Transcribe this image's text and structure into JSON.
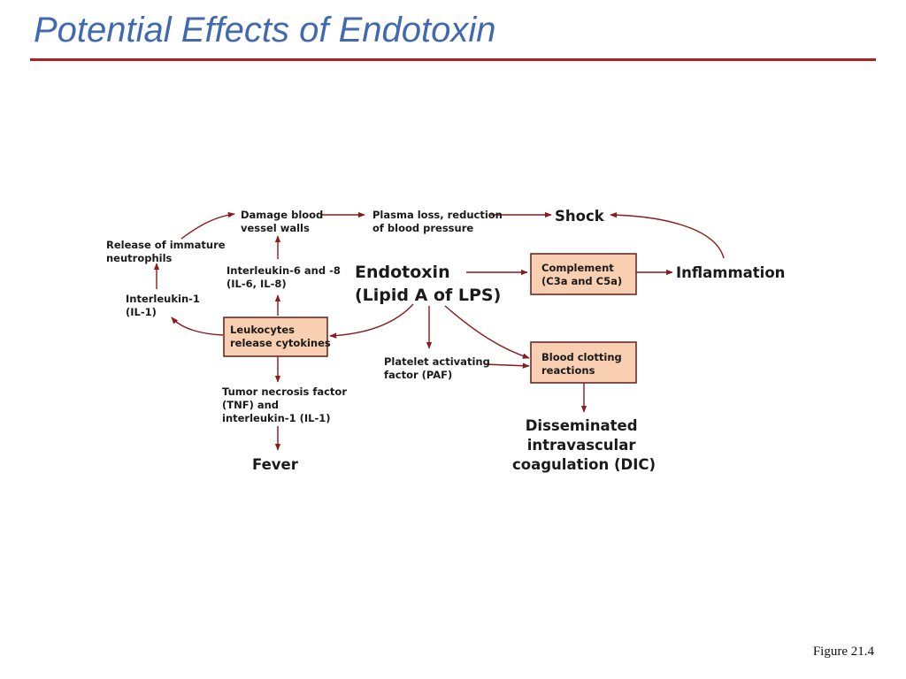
{
  "slide": {
    "title": "Potential Effects of Endotoxin",
    "figure_label": "Figure 21.4"
  },
  "diagram": {
    "endotoxin": [
      "Endotoxin",
      "(Lipid A of LPS)"
    ],
    "leukocytes": [
      "Leukocytes",
      "release cytokines"
    ],
    "complement": [
      "Complement",
      "(C3a and C5a)"
    ],
    "blood_clotting": [
      "Blood clotting",
      "reactions"
    ],
    "il1": [
      "Interleukin-1",
      "(IL-1)"
    ],
    "immature_neutrophils": [
      "Release of immature",
      "neutrophils"
    ],
    "damage_vessels": [
      "Damage blood",
      "vessel walls"
    ],
    "plasma_loss": [
      "Plasma loss, reduction",
      "of blood pressure"
    ],
    "il6_il8": [
      "Interleukin-6 and -8",
      "(IL-6, IL-8)"
    ],
    "tnf": [
      "Tumor necrosis factor",
      "(TNF) and",
      "interleukin-1 (IL-1)"
    ],
    "paf": [
      "Platelet activating",
      "factor (PAF)"
    ],
    "shock": "Shock",
    "inflammation": "Inflammation",
    "fever": "Fever",
    "dic": [
      "Disseminated",
      "intravascular",
      "coagulation (DIC)"
    ]
  },
  "colors": {
    "title": "#4169b1",
    "rule": "#b01f24",
    "arrow": "#8b1a1a",
    "box_fill": "#f8cfb0",
    "box_stroke": "#5d1f1f"
  }
}
